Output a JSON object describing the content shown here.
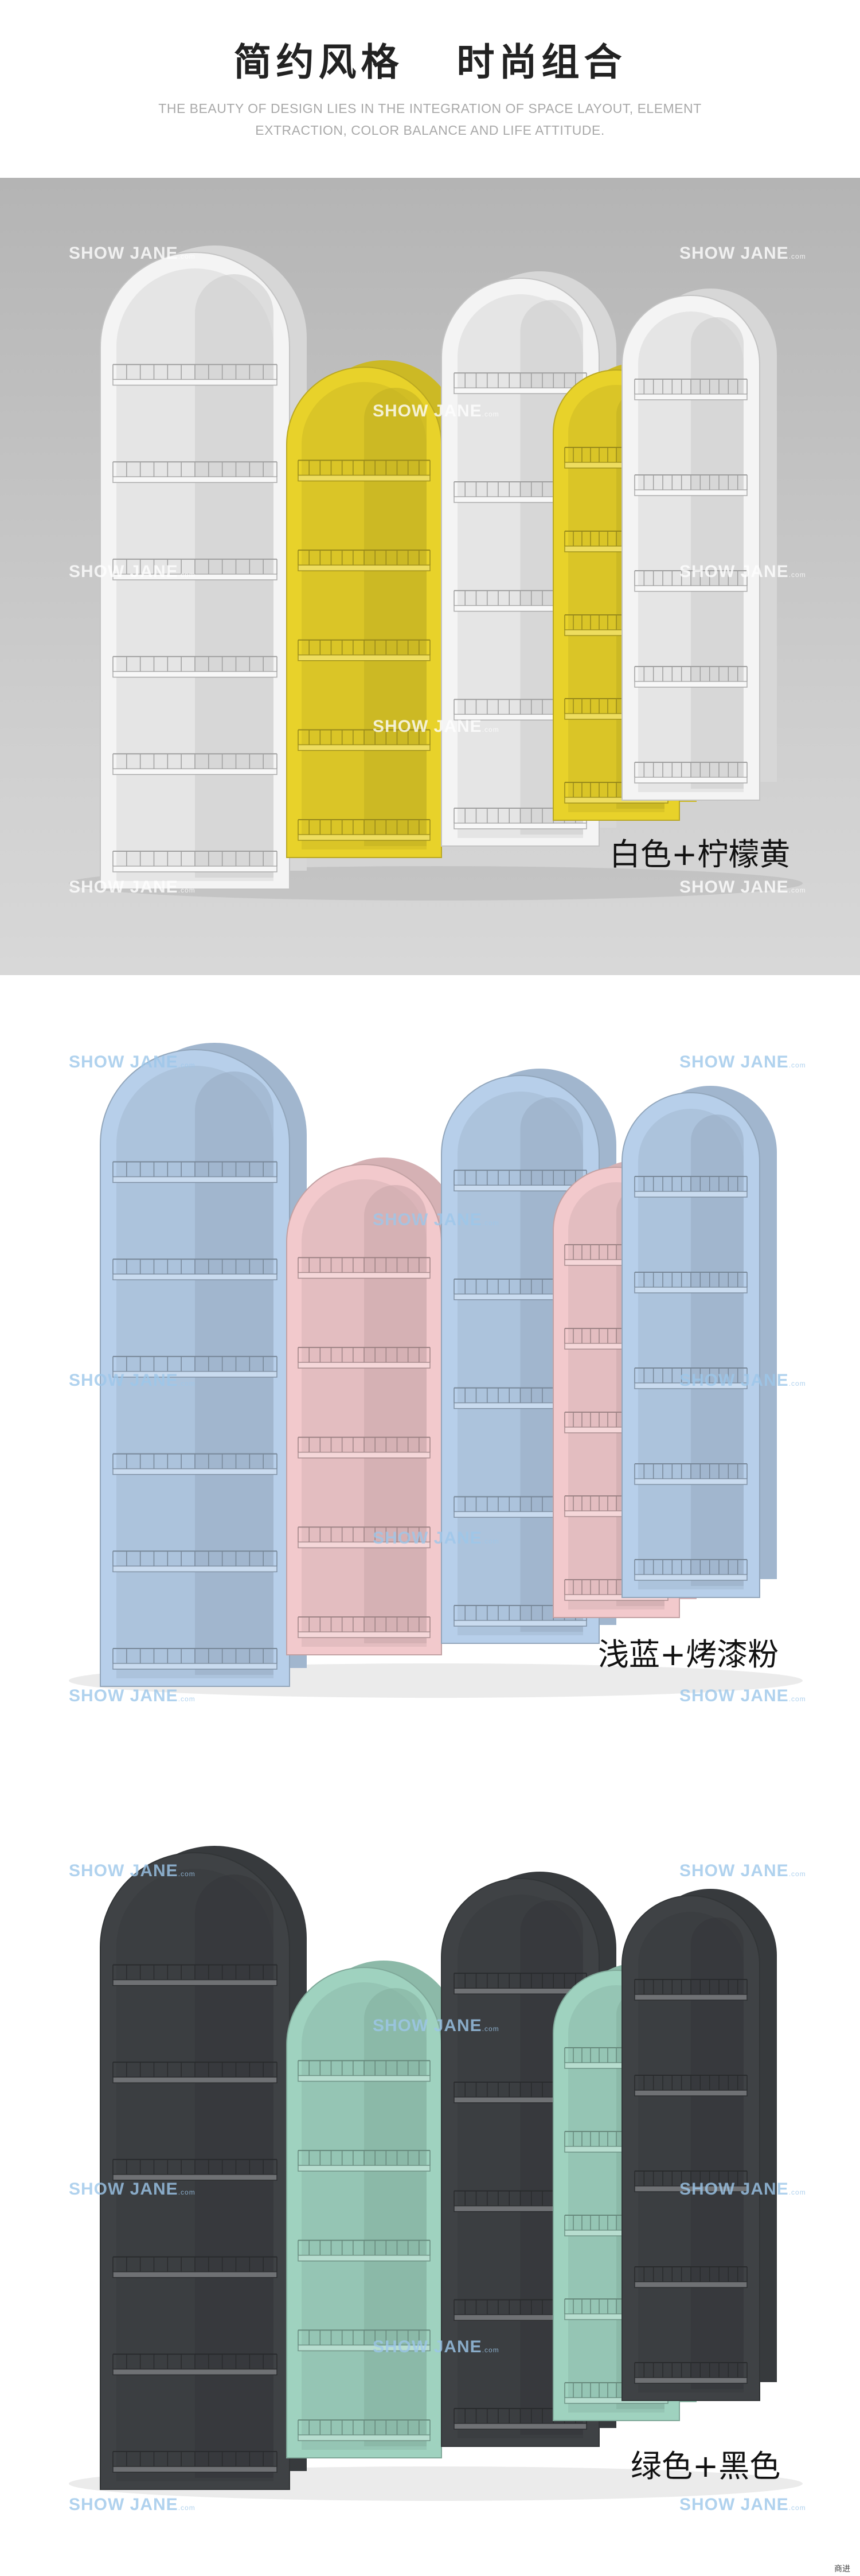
{
  "header": {
    "title": "简约风格   时尚组合",
    "subtitle_line1": "THE BEAUTY OF DESIGN LIES IN THE INTEGRATION OF SPACE LAYOUT, ELEMENT",
    "subtitle_line2": "EXTRACTION, COLOR BALANCE AND LIFE ATTITUDE."
  },
  "watermark": {
    "brand": "SHOW JANE",
    "suffix": ".com"
  },
  "panels": [
    {
      "caption": "白色+柠檬黄",
      "tall_color": "#f4f4f4",
      "short_color": "#e8d22a",
      "background": "#c6c6c6"
    },
    {
      "caption": "浅蓝+烤漆粉",
      "tall_color": "#b7cfea",
      "short_color": "#f2c9cc",
      "background": "#ffffff"
    },
    {
      "caption": "绿色+黑色",
      "tall_color": "#3f4245",
      "short_color": "#9fd2bf",
      "background": "#ffffff"
    }
  ],
  "corner_label": "商进"
}
